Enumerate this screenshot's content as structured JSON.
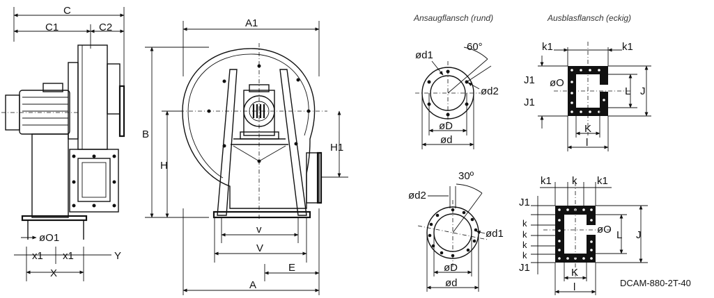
{
  "headers": {
    "inlet_flange": "Ansaugflansch (rund)",
    "outlet_flange": "Ausblasflansch (eckig)"
  },
  "drawing_code": "DCAM-880-2T-40",
  "side_view": {
    "C": "C",
    "C1": "C1",
    "C2": "C2",
    "O1": "øO1",
    "x1_left": "x1",
    "x1_right": "x1",
    "X": "X",
    "Y": "Y"
  },
  "front_view": {
    "A1": "A1",
    "B": "B",
    "H": "H",
    "H1": "H1",
    "v": "v",
    "V": "V",
    "E": "E",
    "A": "A"
  },
  "round_flange_60": {
    "angle": "60°",
    "d1": "ød1",
    "d2": "ød2",
    "D": "øD",
    "d": "ød"
  },
  "round_flange_30": {
    "angle": "30º",
    "d2": "ød2",
    "d1": "ød1",
    "D": "øD",
    "d": "ød"
  },
  "rect_flange_top": {
    "k1_left": "k1",
    "k1_right": "k1",
    "J1_top": "J1",
    "J1_bottom": "J1",
    "O": "øO",
    "L": "L",
    "J": "J",
    "K": "K",
    "l": "l"
  },
  "rect_flange_bottom": {
    "k1_left": "k1",
    "k": "k",
    "k1_right": "k1",
    "J1_top": "J1",
    "J1_bottom": "J1",
    "k_1": "k",
    "k_2": "k",
    "k_3": "k",
    "k_4": "k",
    "O": "øO",
    "L": "L",
    "J": "J",
    "K": "K",
    "l": "l"
  }
}
